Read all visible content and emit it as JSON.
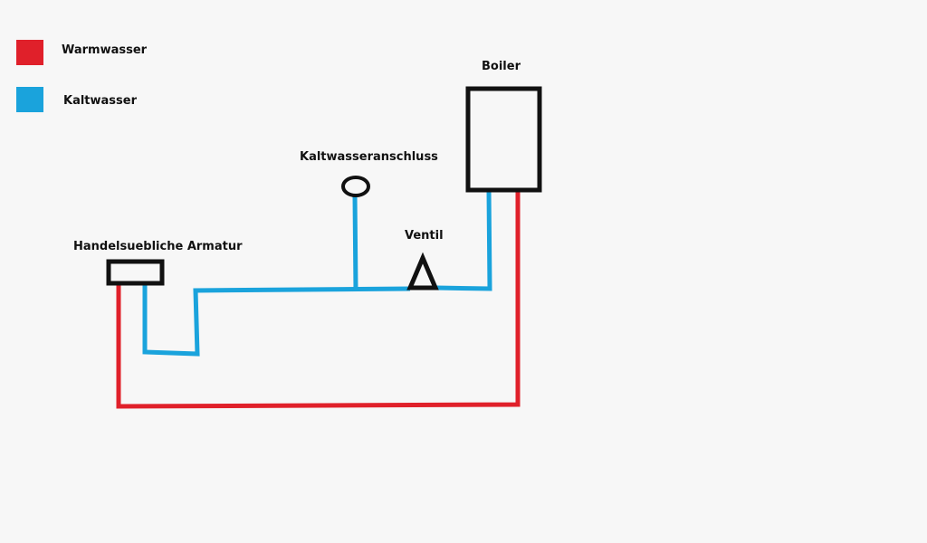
{
  "colors": {
    "warm": "#e0202a",
    "cold": "#1aa3dc",
    "outline": "#111111",
    "background": "#f7f7f7"
  },
  "legend": [
    {
      "label": "Warmwasser",
      "color_key": "warm"
    },
    {
      "label": "Kaltwasser",
      "color_key": "cold"
    }
  ],
  "nodes": {
    "boiler": {
      "label": "Boiler"
    },
    "inlet": {
      "label": "Kaltwasseranschluss"
    },
    "valve": {
      "label": "Ventil"
    },
    "faucet": {
      "label": "Handelsuebliche Armatur"
    }
  }
}
